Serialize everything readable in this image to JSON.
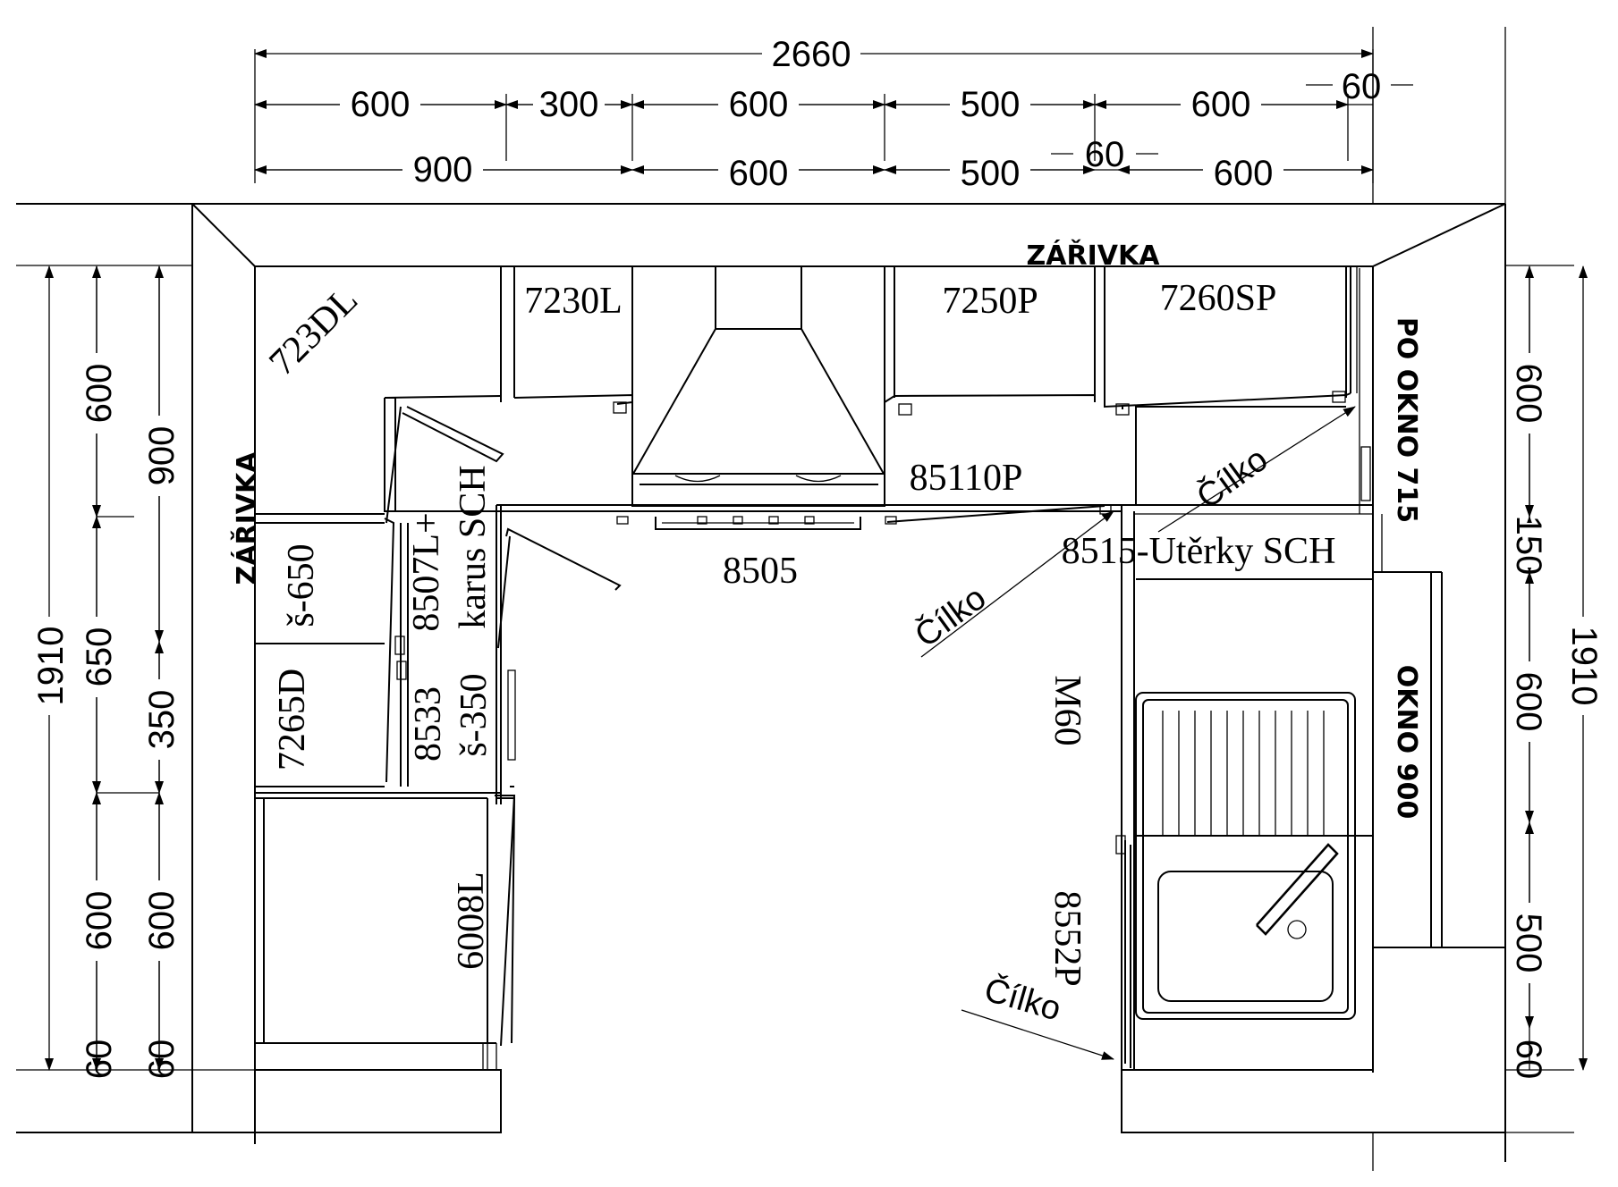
{
  "dimensions": {
    "total_width": "2660",
    "top_row1": [
      "600",
      "300",
      "600",
      "500",
      "600"
    ],
    "top_row1_end": "60",
    "top_row2": [
      "900",
      "600",
      "500",
      "600"
    ],
    "top_row2_gap": "60",
    "left_total": "1910",
    "left_col1": [
      "600",
      "650",
      "600",
      "60"
    ],
    "left_col2": [
      "900",
      "350",
      "600",
      "60"
    ],
    "right_total": "1910",
    "right_col": [
      "600",
      "150",
      "600",
      "500",
      "60"
    ]
  },
  "labels": {
    "lamp_top": "ZÁŘIVKA",
    "lamp_left": "ZÁŘIVKA",
    "window_upper": "PO OKNO 715",
    "window_lower": "OKNO 900",
    "corner_wall": "723DL",
    "wall_1": "7230L",
    "wall_2": "7250P",
    "wall_3": "7260SP",
    "hood_base": "85110P",
    "hob_base": "8505",
    "corner_base_line1": "8507L+",
    "corner_base_line2": "karus SCH",
    "towel_base": "8515-Utěrky SCH",
    "left_wall_1": "š-650",
    "left_wall_2": "7265D",
    "narrow_base_1": "8533",
    "narrow_base_2": "š-350",
    "tall_unit": "6008L",
    "sink_base": "8552P",
    "dishwasher": "M60",
    "trim_1": "Čílko",
    "trim_2": "Čílko",
    "trim_3": "Čílko"
  }
}
